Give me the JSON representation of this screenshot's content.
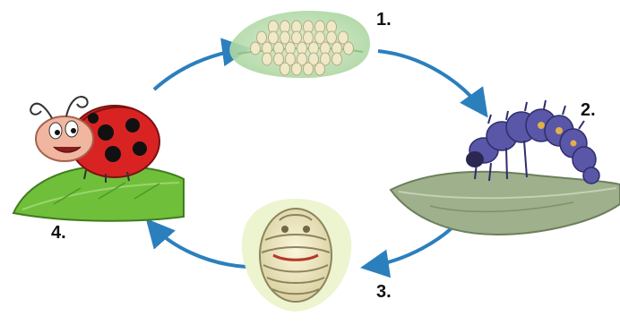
{
  "diagram": {
    "stages": [
      {
        "number": "1.",
        "icon": "eggs-icon"
      },
      {
        "number": "2.",
        "icon": "larva-icon"
      },
      {
        "number": "3.",
        "icon": "pupa-icon"
      },
      {
        "number": "4.",
        "icon": "ladybug-icon"
      }
    ],
    "colors": {
      "arrow": "#2b7fbd",
      "leaf_green": "#6fbf3a",
      "ladybug_red": "#d92323",
      "larva_purple": "#5a56a8",
      "egg_cream": "#efe9c8"
    }
  }
}
